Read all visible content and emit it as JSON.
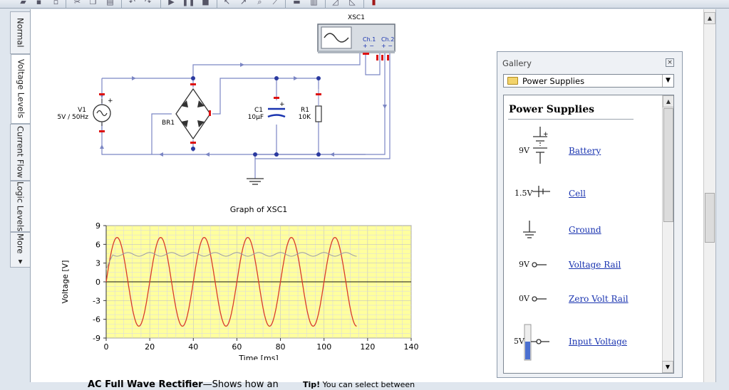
{
  "side_tabs": [
    {
      "label": "Normal"
    },
    {
      "label": "Voltage Levels"
    },
    {
      "label": "Current Flow"
    },
    {
      "label": "Logic Levels"
    },
    {
      "label": "More ▾"
    }
  ],
  "circuit": {
    "scope_label": "XSC1",
    "ch1": "Ch.1",
    "ch2": "Ch.2",
    "plusminus": "+ −",
    "v1_name": "V1",
    "v1_value": "5V / 50Hz",
    "br1": "BR1",
    "c1_name": "C1",
    "c1_value": "10µF",
    "r1_name": "R1",
    "r1_value": "10K",
    "plus": "+"
  },
  "chart_data": {
    "type": "line",
    "title": "Graph of XSC1",
    "xlabel": "Time [ms]",
    "ylabel": "Voltage [V]",
    "xlim": [
      0,
      140
    ],
    "ylim": [
      -9,
      9
    ],
    "xticks": [
      "0",
      "20",
      "40",
      "60",
      "80",
      "100",
      "120",
      "140"
    ],
    "yticks": [
      "9",
      "6",
      "3",
      "0",
      "-3",
      "-6",
      "-9"
    ],
    "grid": true,
    "background": "#ffff9e",
    "series": [
      {
        "color": "#d93b2b",
        "kind": "sine",
        "amplitude": 7.1,
        "frequency_hz": 50,
        "x_end": 115
      },
      {
        "color": "#9a9aa6",
        "kind": "ripple",
        "mean": 4.4,
        "ripple": 0.3,
        "x_end": 115
      }
    ]
  },
  "gallery": {
    "title": "Gallery",
    "close": "×",
    "selected": "Power Supplies",
    "heading": "Power Supplies",
    "items": [
      {
        "label": "9V",
        "link": "Battery"
      },
      {
        "label": "1.5V",
        "link": "Cell"
      },
      {
        "label": "",
        "link": "Ground"
      },
      {
        "label": "9V",
        "link": "Voltage Rail"
      },
      {
        "label": "0V",
        "link": "Zero Volt Rail"
      },
      {
        "label": "5V",
        "link": "Input Voltage"
      }
    ]
  },
  "description": {
    "title": "AC Full Wave Rectifier",
    "text": "—Shows how an",
    "tip_label": "Tip!",
    "tip_text": " You can select between"
  }
}
